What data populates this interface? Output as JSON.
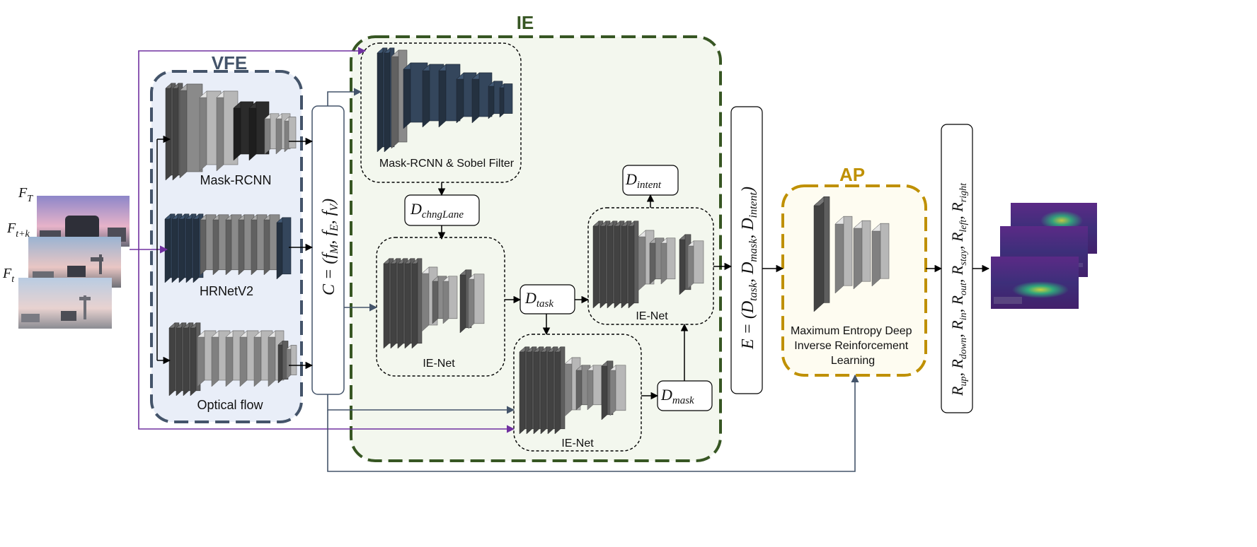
{
  "groups": {
    "vfe": {
      "title": "VFE",
      "color": "#44546a",
      "fill": "#e9eef8"
    },
    "ie": {
      "title": "IE",
      "color": "#375623",
      "fill": "#f3f7ee"
    },
    "ap": {
      "title": "AP",
      "color": "#bf9000",
      "fill": "#fefcf1"
    }
  },
  "input_frames": {
    "f_T": {
      "base": "F",
      "sub": "T"
    },
    "f_tk": {
      "base": "F",
      "sub": "t+k"
    },
    "f_t": {
      "base": "F",
      "sub": "t"
    }
  },
  "vfe_modules": {
    "mask_rcnn": "Mask-RCNN",
    "hrnet": "HRNetV2",
    "optical_flow": "Optical flow"
  },
  "concat": {
    "lhs": "C = (f",
    "m": "M",
    "c1": ", f",
    "e": "E",
    "c2": ", f",
    "v": "V",
    "close": ")"
  },
  "ie_modules": {
    "mask_sobel": "Mask-RCNN  & Sobel Filter",
    "ienet_1": "IE-Net",
    "ienet_2": "IE-Net",
    "ienet_3": "IE-Net"
  },
  "ie_outputs": {
    "chng_lane": {
      "base": "D",
      "sub": "chngLane"
    },
    "task": {
      "base": "D",
      "sub": "task"
    },
    "intent": {
      "base": "D",
      "sub": "intent"
    },
    "mask": {
      "base": "D",
      "sub": "mask"
    }
  },
  "embedding": {
    "lhs": "E = (D",
    "s1": "task",
    "c1": ", D",
    "s2": "mask",
    "c2": ", D",
    "s3": "intent",
    "close": ")"
  },
  "ap_module": {
    "line1": "Maximum Entropy Deep",
    "line2": "Inverse Reinforcement",
    "line3": "Learning"
  },
  "rewards": {
    "b1": "R",
    "s1": "up",
    "c1": ", R",
    "s2": "down",
    "c2": ", R",
    "s3": "in",
    "c3": ", R",
    "s4": "out",
    "c4": ", R",
    "s5": "stay",
    "c5": ", R",
    "s6": "left",
    "c6": ", R",
    "s7": "right"
  },
  "colors": {
    "arrow_black": "#000000",
    "arrow_slate": "#44546a",
    "arrow_purple": "#7030a0"
  }
}
